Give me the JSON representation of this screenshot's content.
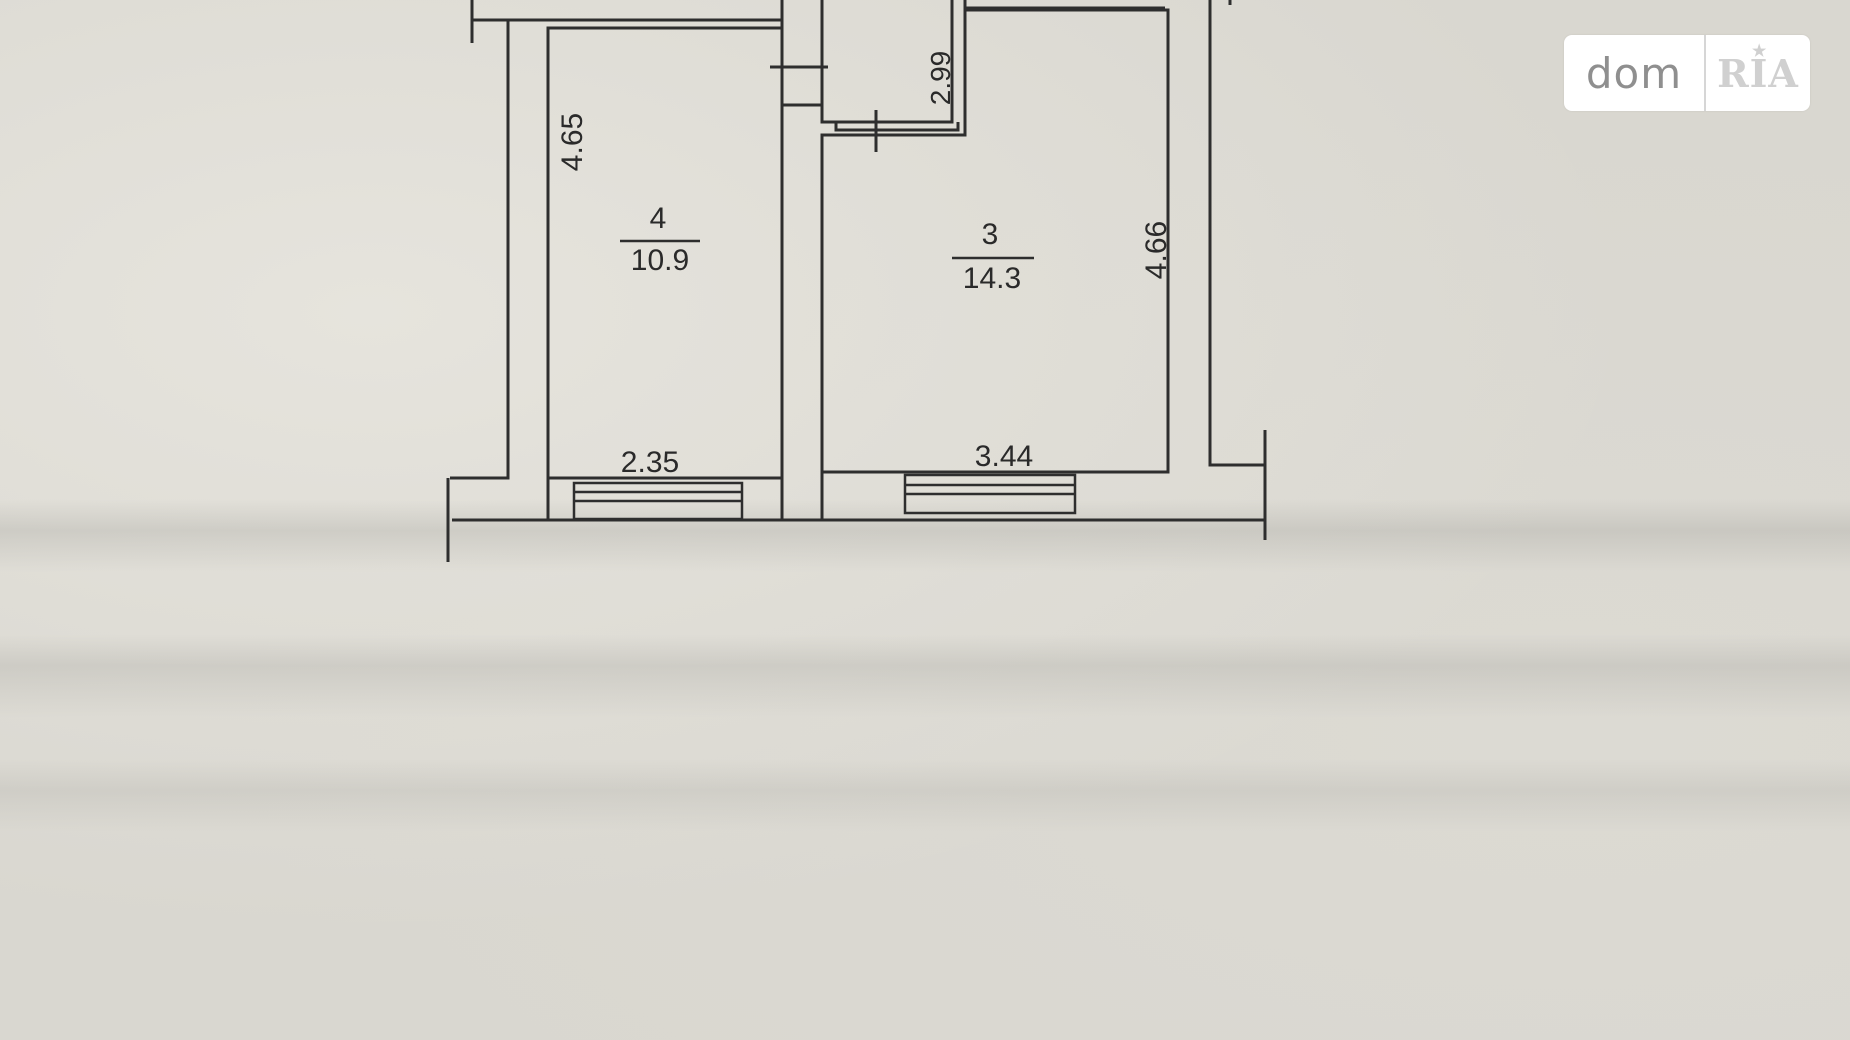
{
  "rooms": [
    {
      "number": "4",
      "area": "10.9",
      "length": "4.65",
      "width": "2.35"
    },
    {
      "number": "3",
      "area": "14.3",
      "length": "4.66",
      "width": "3.44"
    }
  ],
  "corridor": {
    "length": "2.99"
  },
  "watermark": {
    "dom": "dom",
    "ria": "RIA",
    "star": "★"
  },
  "colors": {
    "line": "#2e2e2e",
    "paper": "#d9d7d0"
  }
}
